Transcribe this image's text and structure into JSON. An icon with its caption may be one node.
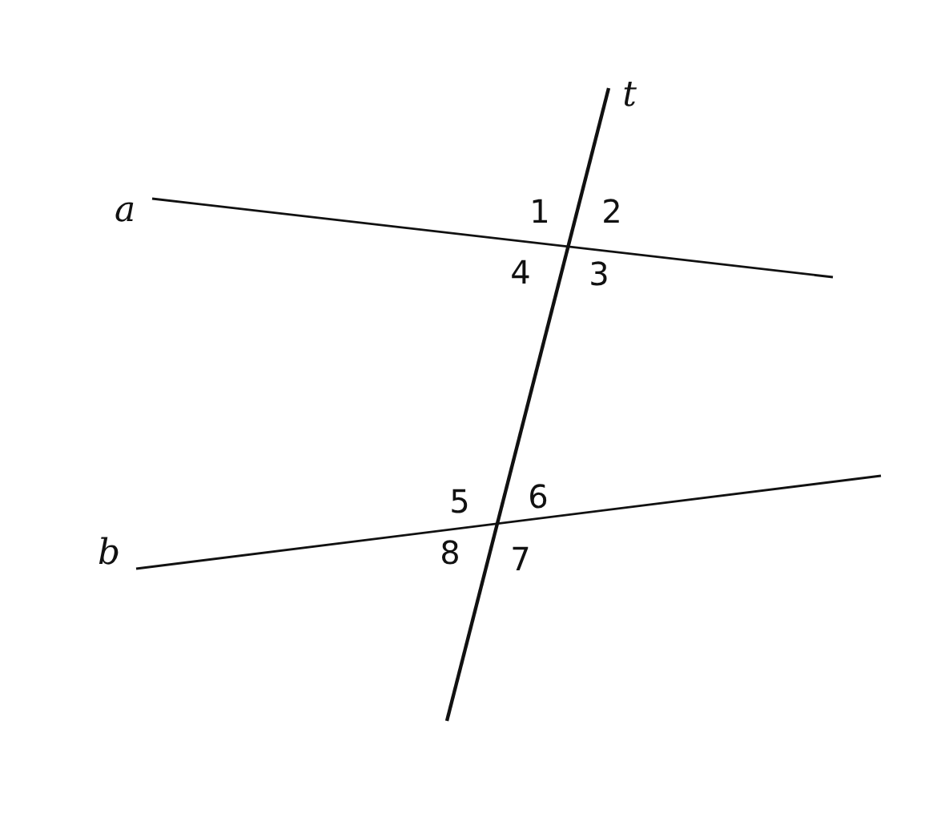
{
  "diagram": {
    "labels": [
      "t",
      "a",
      "1",
      "2",
      "4",
      "3",
      "5",
      "6",
      "b",
      "8",
      "7"
    ]
  }
}
